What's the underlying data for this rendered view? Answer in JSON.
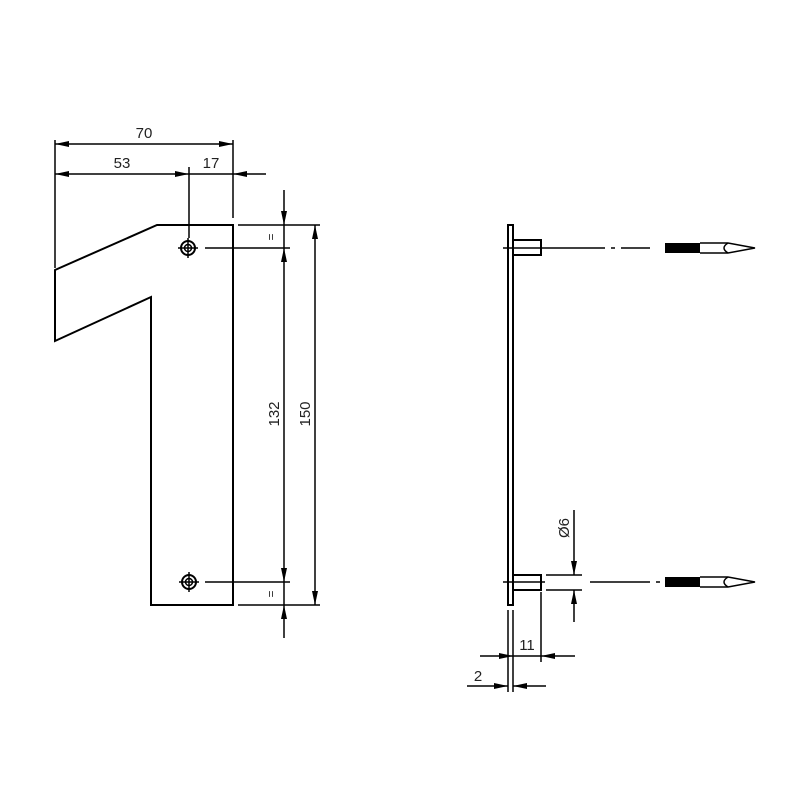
{
  "drawing": {
    "front_view": {
      "part": "house-number-1",
      "dimensions": {
        "overall_width": "70",
        "left_to_hole": "53",
        "hole_to_right": "17",
        "hole_spacing": "132",
        "overall_height": "150",
        "equal_top": "=",
        "equal_bottom": "="
      }
    },
    "side_view": {
      "dimensions": {
        "pin_diameter": "Ø6",
        "standoff_length": "11",
        "plate_thickness": "2"
      }
    },
    "colors": {
      "line": "#000000",
      "background": "#ffffff",
      "text": "#222222"
    }
  }
}
